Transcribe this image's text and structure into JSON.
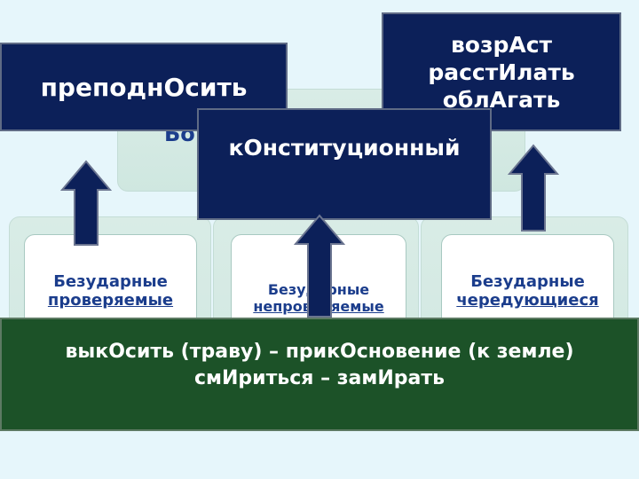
{
  "boxes": {
    "top_left": "преподнОсить",
    "middle": "кОнституционный",
    "top_right": [
      "возрАст",
      "расстИлать",
      "облАгать"
    ]
  },
  "top_partial_label": "Бо",
  "cards": [
    {
      "line1": "Безударные",
      "line2": "проверяемые"
    },
    {
      "line1": "Безударные",
      "line2": "непроверяемые"
    },
    {
      "line1": "Безударные",
      "line2": "чередующиеся"
    }
  ],
  "examples": [
    "выкОсить (траву) – прикОсновение (к земле)",
    "смИриться – замИрать"
  ],
  "colors": {
    "navy": "#0c2059",
    "green": "#1c5228",
    "card_text": "#1b3d8c"
  },
  "icons": [
    "arrow-up-icon",
    "arrow-up-icon",
    "arrow-up-icon"
  ]
}
